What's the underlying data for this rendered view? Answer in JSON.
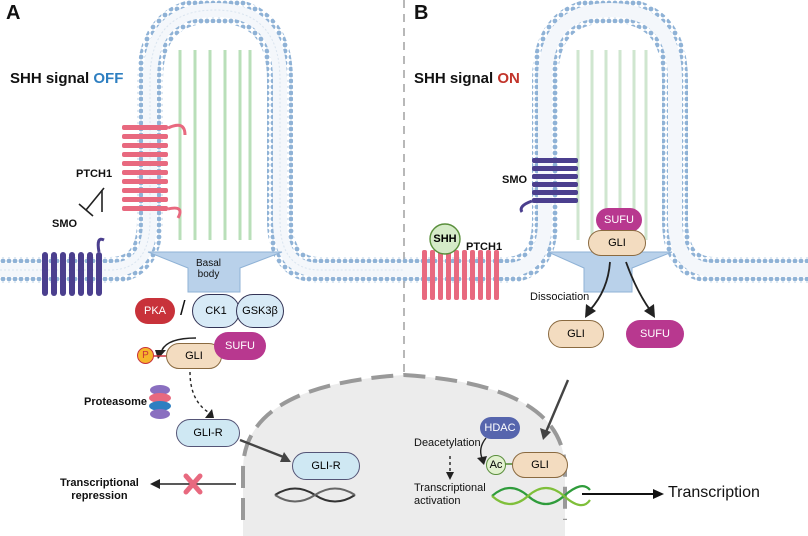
{
  "panels": {
    "a": "A",
    "b": "B"
  },
  "signal": {
    "off_prefix": "SHH signal ",
    "off_state": "OFF",
    "on_prefix": "SHH signal ",
    "on_state": "ON",
    "off_color": "#2e7fc1",
    "on_color": "#c2342a"
  },
  "left": {
    "ptch1": "PTCH1",
    "smo": "SMO",
    "basal_body": "Basal\nbody",
    "pka": "PKA",
    "ck1": "CK1",
    "gsk3b": "GSK3β",
    "slash": "/",
    "p": "P",
    "gli": "GLI",
    "sufu": "SUFU",
    "proteasome": "Proteasome",
    "glir_cyto": "GLI-R",
    "glir_nuc": "GLI-R",
    "repression": "Transcriptional\nrepression"
  },
  "right": {
    "shh": "SHH",
    "ptch1": "PTCH1",
    "smo": "SMO",
    "sufu_top": "SUFU",
    "gli_top": "GLI",
    "dissociation": "Dissociation",
    "gli_free": "GLI",
    "sufu_free": "SUFU",
    "hdac": "HDAC",
    "deacetylation": "Deacetylation",
    "ac": "Ac",
    "gli_nuc": "GLI",
    "activation": "Transcriptional\nactivation",
    "transcription": "Transcription"
  },
  "colors": {
    "membrane_head": "#8fb2d6",
    "ptch1": "#e8697f",
    "smo": "#4b3f8e",
    "gli": "#f3dcc0",
    "sufu": "#b8388f",
    "pka": "#c8323a",
    "kinase": "#d7eaf6",
    "glir": "#cfe8f3",
    "hdac": "#5665ad",
    "basal": "#b9d1ea",
    "nucleus": "#ececec"
  }
}
